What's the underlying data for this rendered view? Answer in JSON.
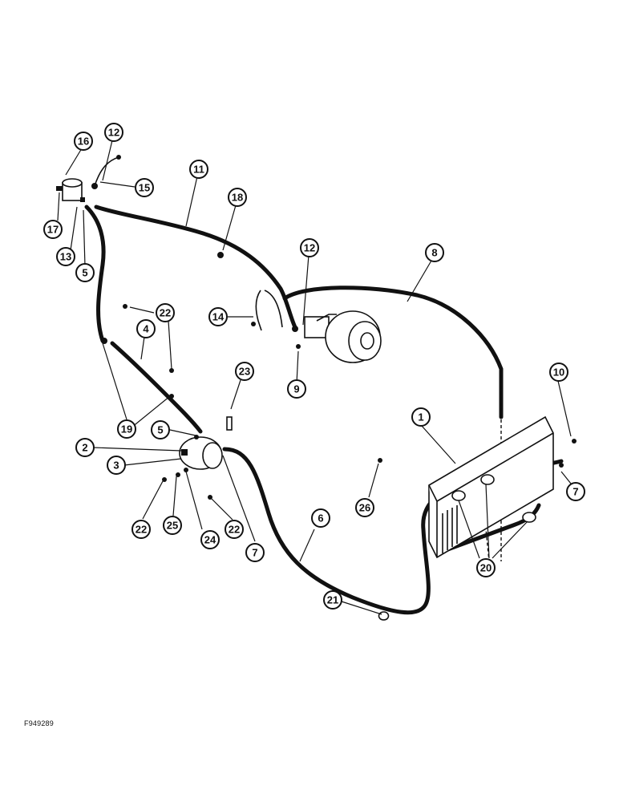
{
  "drawing_number": "F949289",
  "callouts": [
    {
      "id": "c16",
      "label": "16"
    },
    {
      "id": "c12a",
      "label": "12"
    },
    {
      "id": "c15",
      "label": "15"
    },
    {
      "id": "c11",
      "label": "11"
    },
    {
      "id": "c18",
      "label": "18"
    },
    {
      "id": "c17",
      "label": "17"
    },
    {
      "id": "c13",
      "label": "13"
    },
    {
      "id": "c5a",
      "label": "5"
    },
    {
      "id": "c12b",
      "label": "12"
    },
    {
      "id": "c8",
      "label": "8"
    },
    {
      "id": "c14",
      "label": "14"
    },
    {
      "id": "c22a",
      "label": "22"
    },
    {
      "id": "c4",
      "label": "4"
    },
    {
      "id": "c9",
      "label": "9"
    },
    {
      "id": "c10",
      "label": "10"
    },
    {
      "id": "c23",
      "label": "23"
    },
    {
      "id": "c19",
      "label": "19"
    },
    {
      "id": "c5b",
      "label": "5"
    },
    {
      "id": "c1",
      "label": "1"
    },
    {
      "id": "c2",
      "label": "2"
    },
    {
      "id": "c3",
      "label": "3"
    },
    {
      "id": "c7a",
      "label": "7"
    },
    {
      "id": "c26",
      "label": "26"
    },
    {
      "id": "c6",
      "label": "6"
    },
    {
      "id": "c22b",
      "label": "22"
    },
    {
      "id": "c25",
      "label": "25"
    },
    {
      "id": "c24",
      "label": "24"
    },
    {
      "id": "c22c",
      "label": "22"
    },
    {
      "id": "c7b",
      "label": "7"
    },
    {
      "id": "c20",
      "label": "20"
    },
    {
      "id": "c21",
      "label": "21"
    }
  ]
}
